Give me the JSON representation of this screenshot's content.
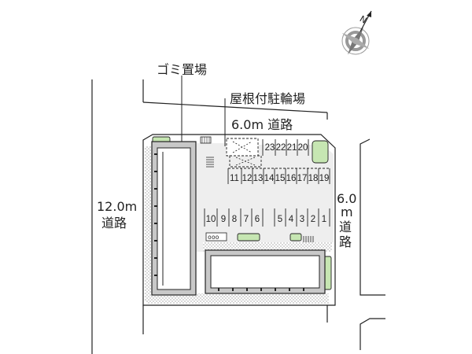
{
  "labels": {
    "garbage": "ゴミ置場",
    "bike_parking": "屋根付駐輪場",
    "road_top": "6.0m 道路",
    "road_left_width": "12.0m",
    "road_left_kanji": "道路",
    "road_right_width": "6.0",
    "road_right_unit": "m",
    "road_right_kanji_1": "道",
    "road_right_kanji_2": "路"
  },
  "compass": {
    "north_letter": "N"
  },
  "parking": {
    "row_top_a": [
      "23",
      "22",
      "21",
      "20"
    ],
    "row_top_b": [
      "11",
      "12",
      "13",
      "14",
      "15",
      "16",
      "17",
      "18",
      "19"
    ],
    "row_mid_left": [
      "10",
      "9",
      "8",
      "7",
      "6"
    ],
    "row_mid_right": [
      "5",
      "4",
      "3",
      "2",
      "1"
    ]
  },
  "colors": {
    "building_fill": "#c8c8c8",
    "lot_fill": "#eeeeee",
    "green": "#c6e6b2",
    "line": "#222222"
  }
}
